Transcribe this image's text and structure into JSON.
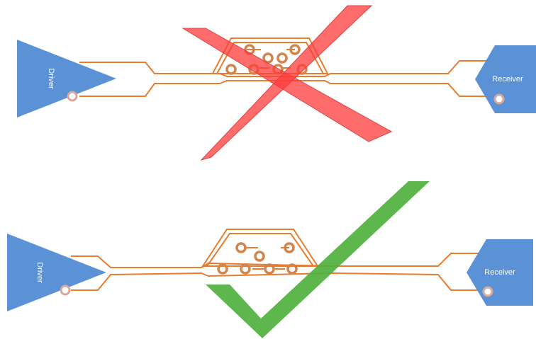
{
  "colors": {
    "trace": "#e87c2e",
    "via": "#d4834a",
    "block": "#5b92d6",
    "pin": "#d8a89a",
    "cross": "#ff3b3b",
    "check": "#4caf3a"
  },
  "top_diagram": {
    "driver_label": "Driver",
    "receiver_label": "Receiver",
    "verdict": "x-mark"
  },
  "bottom_diagram": {
    "driver_label": "Driver",
    "receiver_label": "Receiver",
    "verdict": "check-mark"
  }
}
